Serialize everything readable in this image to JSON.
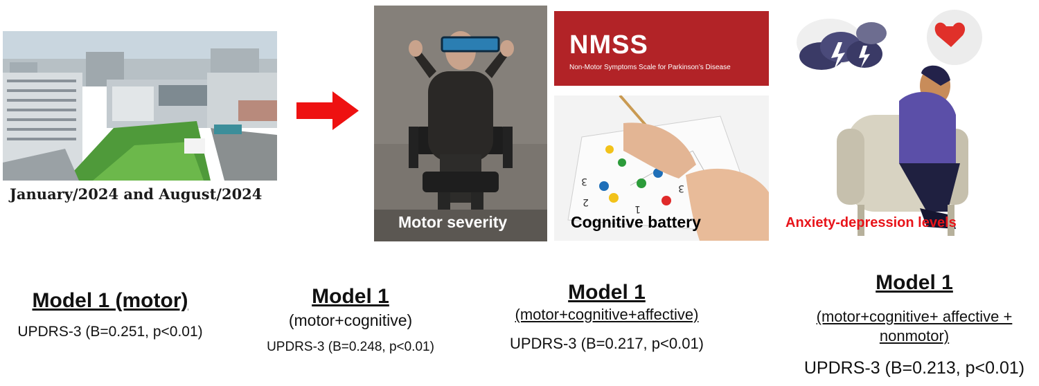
{
  "left_panel": {
    "date_caption": "January/2024 and August/2024"
  },
  "panels": {
    "motor_label": "Motor severity",
    "nmss_title": "NMSS",
    "nmss_subtitle": "Non-Motor Symptoms Scale for Parkinson’s Disease",
    "cognitive_label": "Cognitive battery",
    "anxiety_label": "Anxiety-depression levels"
  },
  "colors": {
    "arrow": "#ee1111",
    "nmss_bg": "#b22327",
    "anxiety_label": "#e8141a"
  },
  "models": [
    {
      "title": "Model 1 (motor)",
      "covariates": "",
      "stat": "UPDRS-3 (B=0.251, p<0.01)"
    },
    {
      "title": "Model 1",
      "covariates": "(motor+cognitive)",
      "stat": "UPDRS-3 (B=0.248, p<0.01)"
    },
    {
      "title": "Model 1",
      "covariates": "(motor+cognitive+affective)",
      "stat": "UPDRS-3 (B=0.217, p<0.01)"
    },
    {
      "title": "Model 1",
      "covariates": "(motor+cognitive+ affective + nonmotor)",
      "stat": "UPDRS-3 (B=0.213, p<0.01)"
    }
  ]
}
